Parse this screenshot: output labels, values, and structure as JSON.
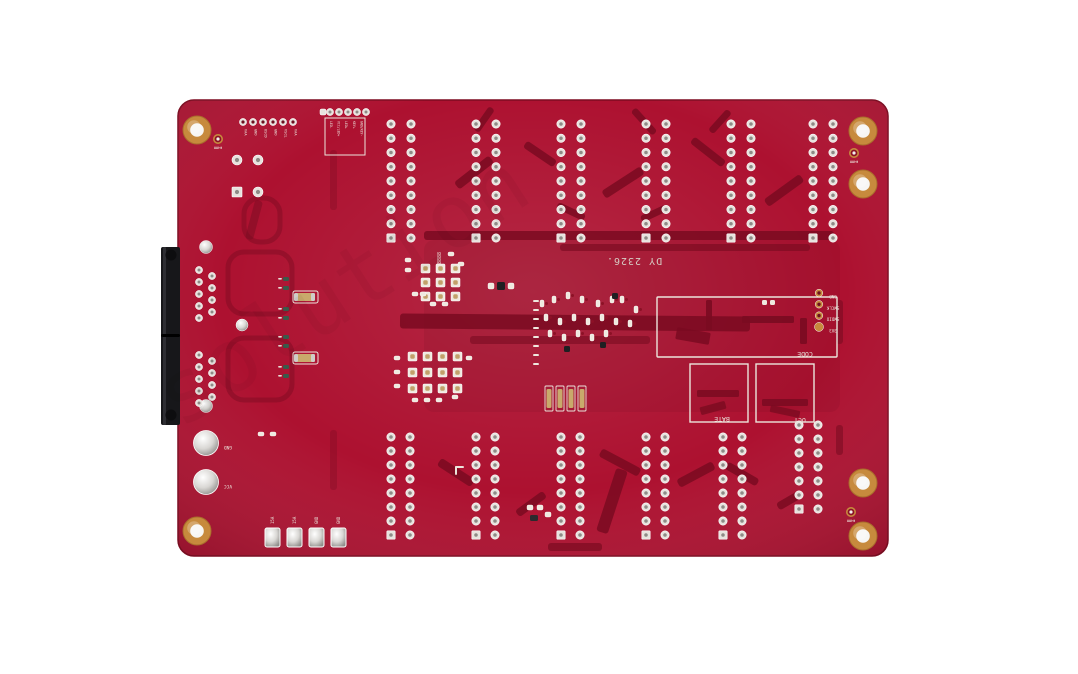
{
  "photo": {
    "background": "#ffffff",
    "board": {
      "color": "#ad1130",
      "edge_color": "#7d0b20",
      "trace_color": "#7a0b21",
      "silk_color": "#ece5dc",
      "gold_color": "#c78a3d",
      "silver_color": "#d8d6d3",
      "connector_color": "#17171a",
      "date_code": "DY 2326.",
      "component_marking": "8888",
      "watermark": "solution"
    },
    "labels": {
      "testpoints_top": [
        "VAA",
        "GND",
        "USCD",
        "GND",
        "VSCL",
        "VAA"
      ],
      "led_key_box": [
        "LED-",
        "VCC/LED+",
        "LED+",
        "KEY+",
        "GND/KEY-"
      ],
      "debug_pads": [
        "GND",
        "SWCLK",
        "SWDIO",
        "3V3"
      ],
      "region_boxes": {
        "code": "CODE",
        "battery": "BATE",
        "oct": "OCT"
      },
      "power_pads": {
        "gnd": "GND",
        "vcc": "VCC"
      },
      "input_pads_bottom": [
        "15A",
        "15A",
        "GND",
        "GND"
      ],
      "fiducial": "Φ4MM"
    }
  }
}
